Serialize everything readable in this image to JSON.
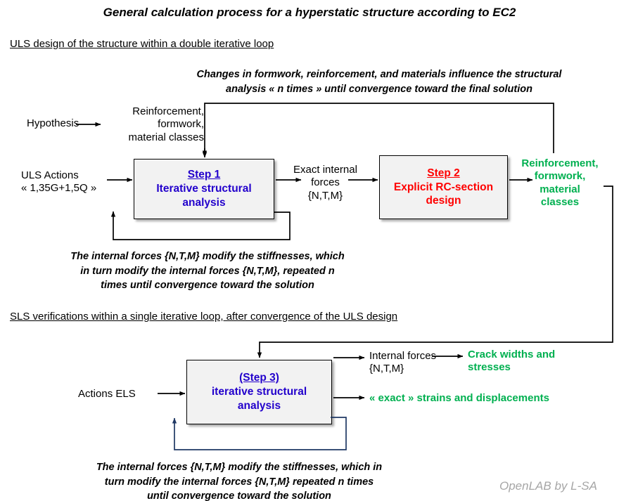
{
  "title": "General calculation process for a hyperstatic structure according to EC2",
  "sections": {
    "uls_heading": "ULS design of the structure within a double iterative loop",
    "sls_heading": "SLS verifications within a single iterative loop, after convergence of the ULS design"
  },
  "notes": {
    "top_loop_line1": "Changes in formwork, reinforcement, and materials influence the structural",
    "top_loop_line2": "analysis « n times » until convergence toward the final solution",
    "uls_inner_line1": "The internal forces {N,T,M} modify the stiffnesses, which",
    "uls_inner_line2": "in turn modify the internal forces {N,T,M}, repeated n",
    "uls_inner_line3": "times until convergence toward the solution",
    "sls_inner_line1": "The internal forces {N,T,M} modify the stiffnesses, which in",
    "sls_inner_line2": "turn modify the internal forces {N,T,M} repeated n times",
    "sls_inner_line3": "until convergence toward the solution"
  },
  "uls": {
    "hypothesis_label": "Hypothesis",
    "reinforcement_input_line1": "Reinforcement,",
    "reinforcement_input_line2": "formwork,",
    "reinforcement_input_line3": "material classes",
    "actions_line1": "ULS Actions",
    "actions_line2": "« 1,35G+1,5Q »",
    "step1": {
      "title": "Step 1",
      "subtitle_line1": "Iterative structural",
      "subtitle_line2": "analysis"
    },
    "exact_forces_line1": "Exact internal",
    "exact_forces_line2": "forces",
    "exact_forces_line3": "{N,T,M}",
    "step2": {
      "title": "Step 2",
      "subtitle_line1": "Explicit RC-section",
      "subtitle_line2": "design"
    },
    "output_line1": "Reinforcement,",
    "output_line2": "formwork,",
    "output_line3": "material",
    "output_line4": "classes"
  },
  "sls": {
    "actions_label": "Actions ELS",
    "step3": {
      "title": "(Step 3)",
      "subtitle_line1": "iterative structural",
      "subtitle_line2": "analysis"
    },
    "internal_forces_line1": "Internal forces",
    "internal_forces_line2": "{N,T,M}",
    "crack_line1": "Crack widths and",
    "crack_line2": "stresses",
    "strains_label": "« exact » strains and displacements"
  },
  "watermark": "OpenLAB by L-SA",
  "colors": {
    "green": "#00b050",
    "blue": "#2200cc",
    "red": "#ff0000",
    "box_fill": "#f2f2f2",
    "stroke": "#000000",
    "sls_loop_stroke": "#1f3864",
    "watermark": "#a6a6a6"
  }
}
